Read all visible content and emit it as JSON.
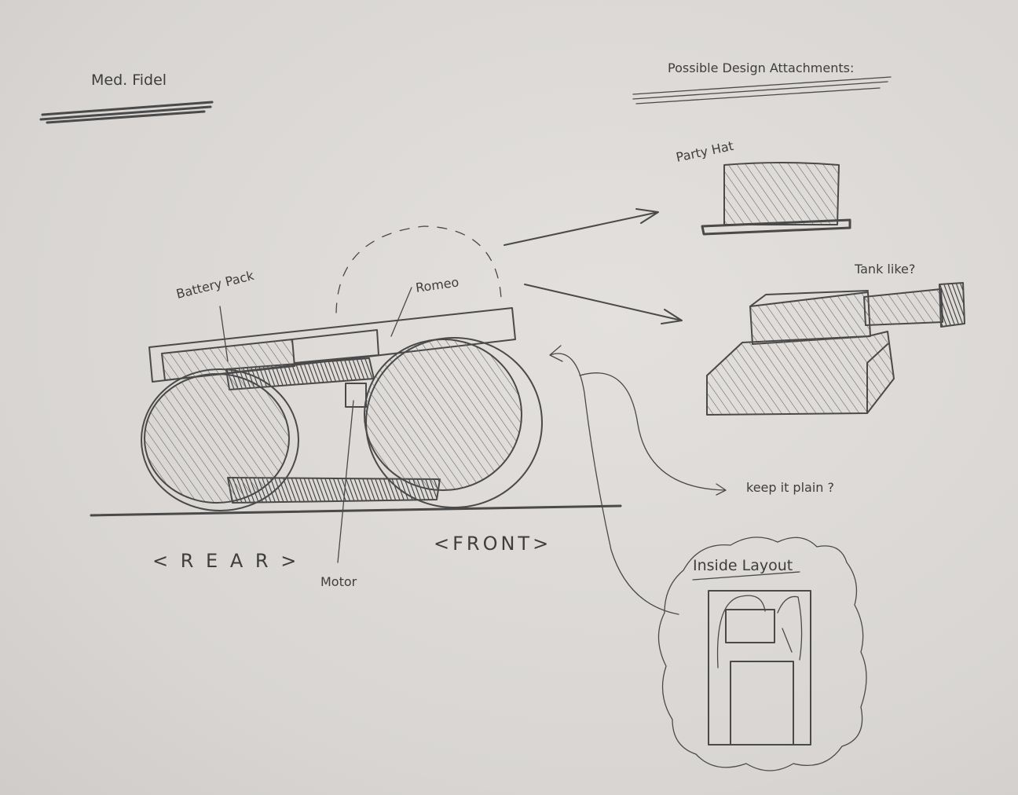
{
  "labels": {
    "title": "Med. Fidel",
    "attachments_heading": "Possible Design Attachments:",
    "party_hat": "Party Hat",
    "tank_like": "Tank like?",
    "battery_pack": "Battery Pack",
    "romeo": "Romeo",
    "motor": "Motor",
    "rear": "< R E A R >",
    "front": "<FRONT>",
    "keep_plain": "keep it plain ?",
    "inside_layout": "Inside Layout"
  }
}
